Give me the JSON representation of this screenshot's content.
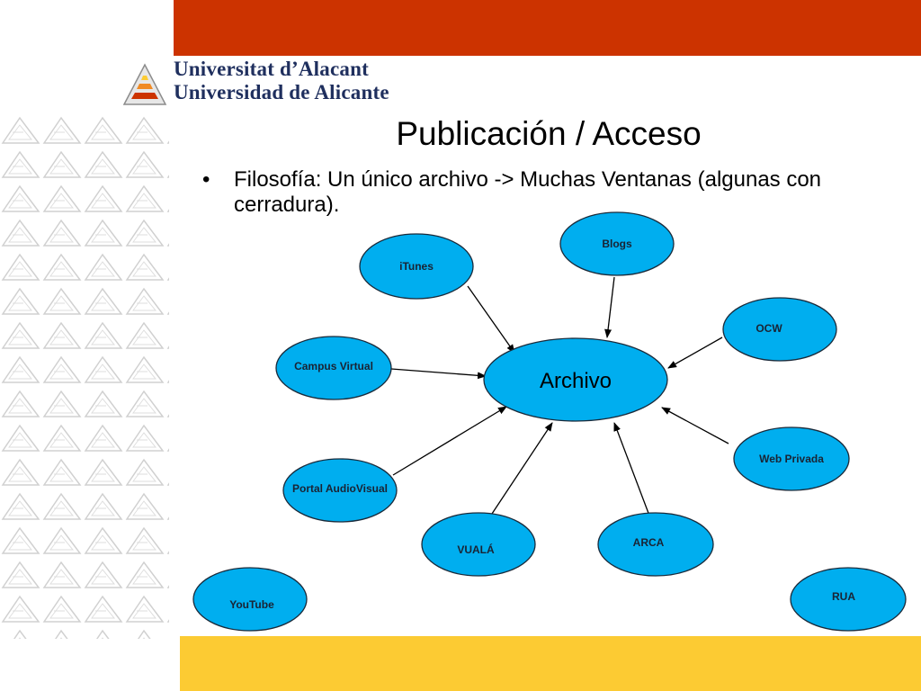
{
  "header": {
    "logo_line1": "Universitat d’Alacant",
    "logo_line2": "Universidad de Alicante"
  },
  "slide": {
    "title": "Publicación / Acceso",
    "bullet_symbol": "•",
    "bullet_text": "Filosofía: Un único archivo -> Muchas Ventanas (algunas con cerradura)."
  },
  "diagram": {
    "center": "Archivo",
    "nodes": {
      "itunes": "iTunes",
      "blogs": "Blogs",
      "ocw": "OCW",
      "campus_virtual": "Campus Virtual",
      "web_privada": "Web Privada",
      "portal_audiovisual": "Portal AudioVisual",
      "vuala": "VUALÁ",
      "arca": "ARCA",
      "youtube": "YouTube",
      "rua": "RUA"
    }
  },
  "colors": {
    "top_bar": "#cc3300",
    "bottom_bar": "#fccb33",
    "node_fill": "#00aeef",
    "logo_text": "#1f2f5e"
  }
}
